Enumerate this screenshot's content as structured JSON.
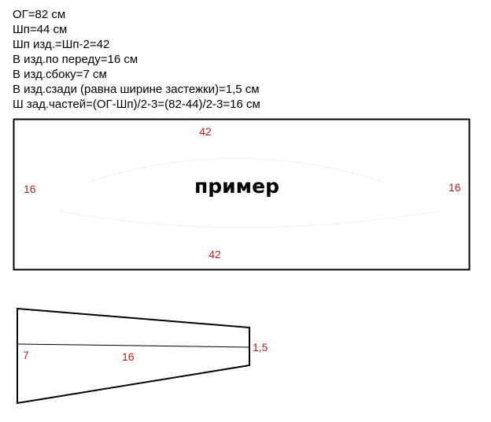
{
  "notes": [
    "ОГ=82 см",
    "Шп=44 см",
    "Шп изд.=Шп-2=42",
    "В изд.по переду=16 см",
    "В изд.сбоку=7 см",
    "В изд.сзади (равна ширине застежки)=1,5 см",
    "Ш зад.частей=(ОГ-Шп)/2-3=(82-44)/2-3=16 см"
  ],
  "front_panel": {
    "top_label": "42",
    "bottom_label": "42",
    "left_label": "16",
    "right_label": "16",
    "watermark": "пример"
  },
  "back_panel": {
    "left_label": "7",
    "center_label": "16",
    "right_label": "1,5"
  },
  "colors": {
    "line": "#000000",
    "dimension_text": "#b22222",
    "text": "#000000",
    "faint_curve": "#f2f2f2"
  }
}
